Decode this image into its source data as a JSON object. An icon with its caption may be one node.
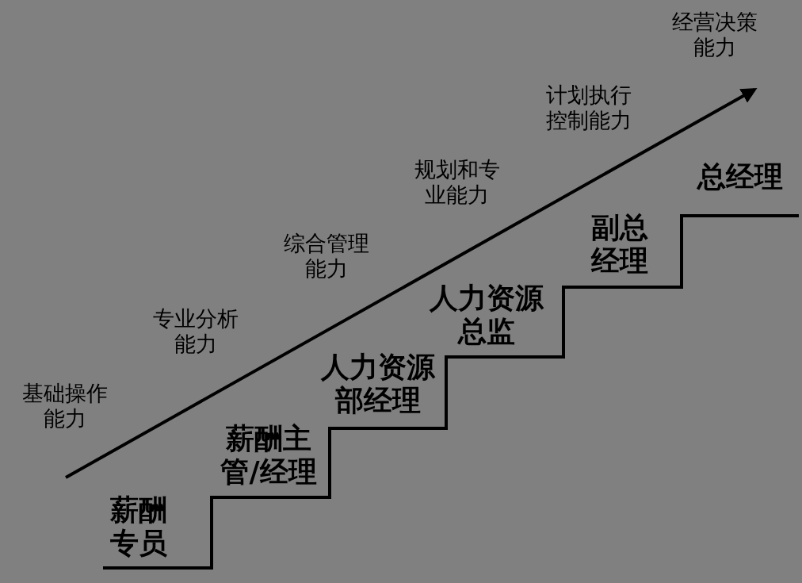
{
  "diagram": {
    "labels": [
      "经营决策能力",
      "计划执行控制能力",
      "总经理",
      "规划和专业能力",
      "副总经理",
      "综合管理能力",
      "人力资源总监",
      "专业分析能力",
      "人力资源部经理",
      "基础操作能力",
      "薪酬主管/经理",
      "薪酬专员"
    ]
  }
}
